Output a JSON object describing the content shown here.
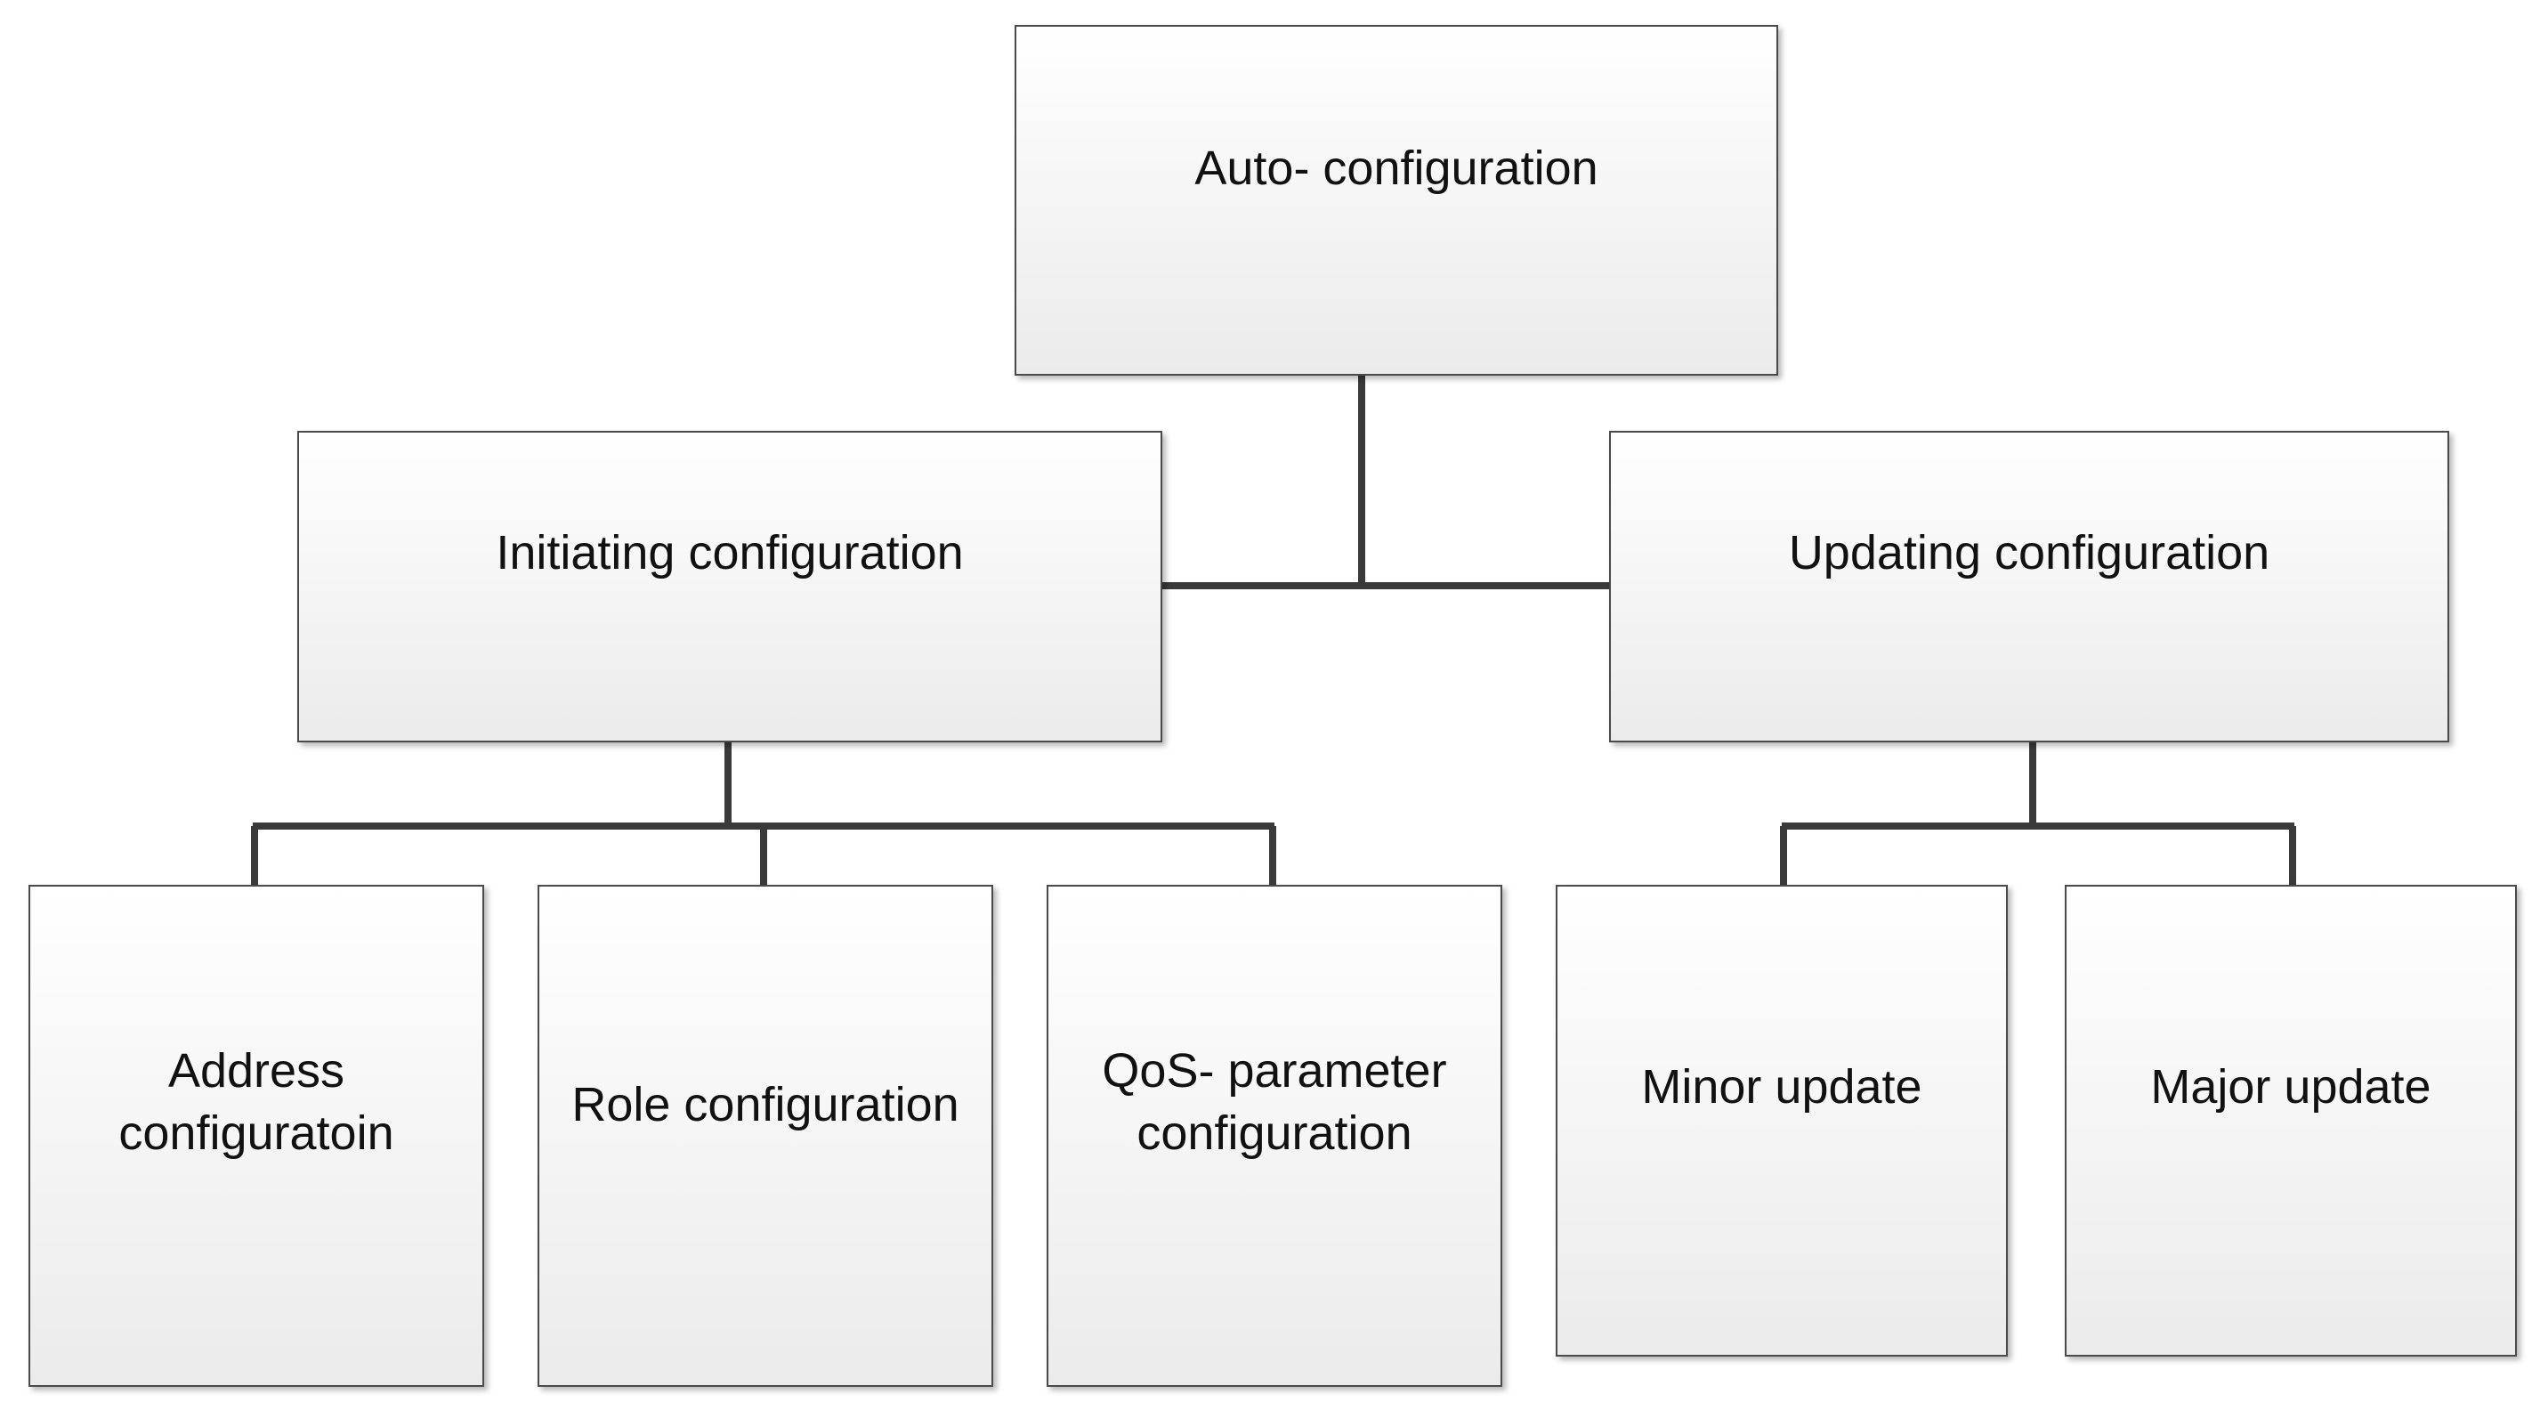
{
  "nodes": {
    "root": "Auto- configuration",
    "initiating": "Initiating configuration",
    "updating": "Updating configuration",
    "address": "Address\nconfiguratoin",
    "role": "Role configuration",
    "qos": "QoS- parameter\nconfiguration",
    "minor": "Minor update",
    "major": "Major update"
  },
  "colors": {
    "connector": "#3a3a3a",
    "box_border": "#4a4a4a",
    "box_fill_top": "#ffffff",
    "box_fill_bottom": "#ebebeb"
  }
}
